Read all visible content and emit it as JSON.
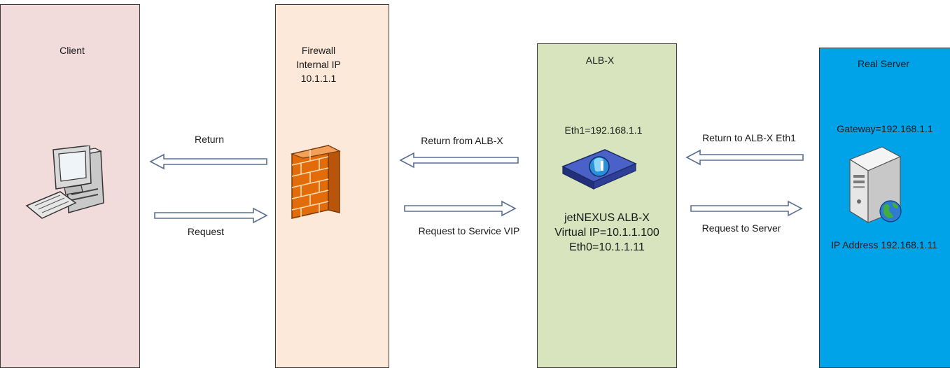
{
  "client": {
    "title": "Client",
    "return_label": "Return",
    "request_label": "Request"
  },
  "firewall": {
    "line1": "Firewall",
    "line2": "Internal IP",
    "line3": "10.1.1.1"
  },
  "flows": {
    "return_from_albx": "Return from ALB-X",
    "request_to_vip": "Request to Service VIP",
    "return_to_albx_eth1": "Return to ALB-X Eth1",
    "request_to_server": "Request to Server"
  },
  "albx": {
    "title": "ALB-X",
    "eth1": "Eth1=192.168.1.1",
    "device_name": "jetNEXUS ALB-X",
    "virtual_ip": "Virtual  IP=10.1.1.100",
    "eth0": "Eth0=10.1.1.11"
  },
  "server": {
    "title": "Real Server",
    "gateway": "Gateway=192.168.1.1",
    "ip_address": "IP Address 192.168.1.11"
  },
  "colors": {
    "client_bg": "#f2dcdb",
    "firewall_bg": "#fde9d9",
    "albx_bg": "#d7e4bd",
    "server_bg": "#00a2e8"
  },
  "icons": [
    "computer-icon",
    "firewall-icon",
    "load-balancer-icon",
    "server-icon"
  ]
}
